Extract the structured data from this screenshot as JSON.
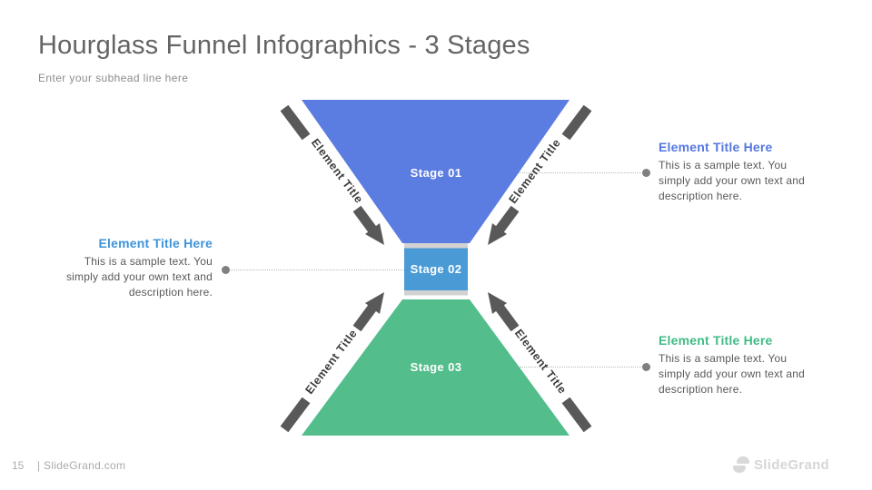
{
  "slide": {
    "title": "Hourglass Funnel Infographics - 3 Stages",
    "subhead": "Enter your subhead line here"
  },
  "funnel": {
    "stages": [
      {
        "label": "Stage 01",
        "color": "#5B7CE1"
      },
      {
        "label": "Stage 02",
        "color": "#4A9AD5"
      },
      {
        "label": "Stage 03",
        "color": "#53BD8C"
      }
    ],
    "divider_color": "#d2d2d2",
    "arrow_color": "#595959",
    "arrow_labels": [
      "Element Title",
      "Element Title",
      "Element Title",
      "Element Title"
    ]
  },
  "callouts": {
    "right_top": {
      "title": "Element Title Here",
      "color": "#5577E0",
      "lines": [
        "This is a sample text. You",
        "simply add your own text and",
        "description here."
      ]
    },
    "left_middle": {
      "title": "Element Title Here",
      "color": "#3E93D9",
      "lines": [
        "This is a sample text. You",
        "simply add your own text and",
        "description here."
      ]
    },
    "right_bottom": {
      "title": "Element Title Here",
      "color": "#41BB86",
      "lines": [
        "This is a sample text. You",
        "simply add your own text and",
        "description here."
      ]
    }
  },
  "footer": {
    "page_number": "15",
    "site_label": "| SlideGrand.com",
    "brand": "SlideGrand"
  }
}
